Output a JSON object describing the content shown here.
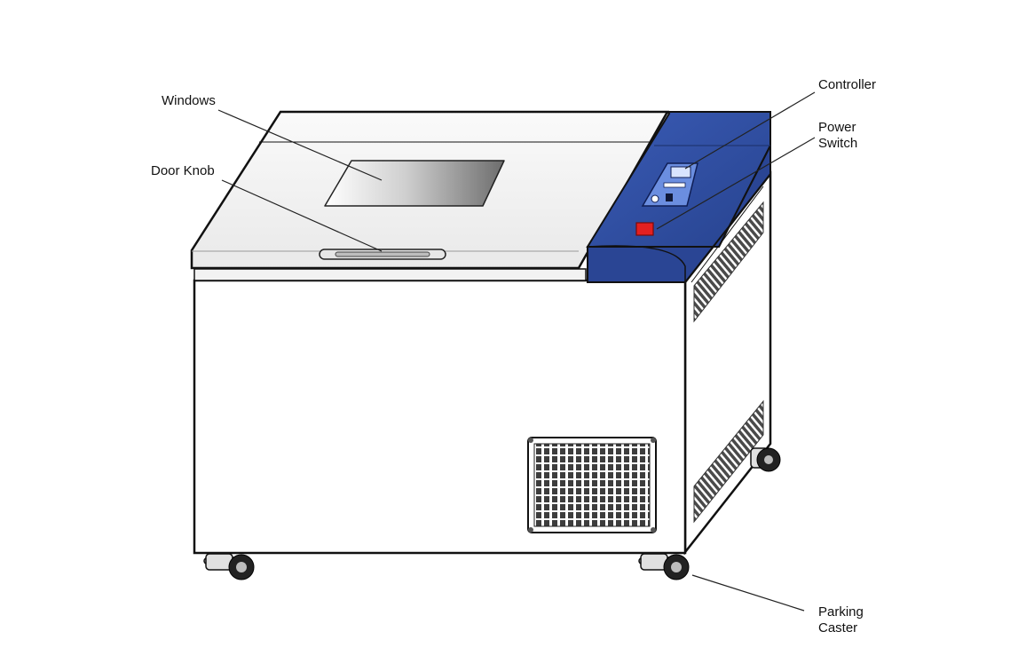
{
  "labels": {
    "windows": "Windows",
    "door_knob": "Door Knob",
    "controller": "Controller",
    "power_switch": [
      "Power",
      "Switch"
    ],
    "parking_caster": [
      "Parking",
      "Caster"
    ]
  },
  "colors": {
    "cabinet_body": "#ffffff",
    "lid_top": "#f4f4f4",
    "control_panel_blue": "#2f4fa3",
    "control_panel_dark": "#24408c",
    "power_switch_red": "#e32020",
    "outline": "#111111",
    "vent_grille": "#444444"
  },
  "icons": {
    "controller_display": "lcd-display-icon",
    "power_switch": "rocker-switch-icon",
    "caster": "caster-wheel-icon"
  }
}
